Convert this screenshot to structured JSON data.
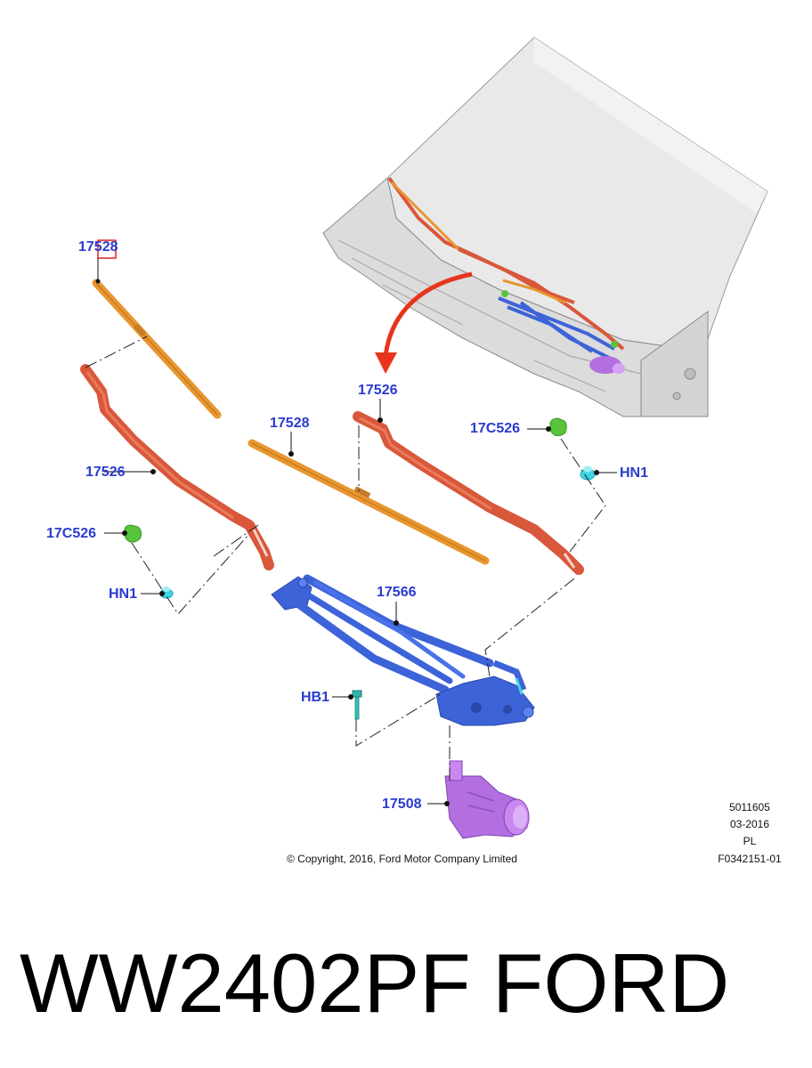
{
  "callouts": {
    "blade_left": "17528",
    "arm_left": "17526",
    "cap_left": "17C526",
    "nut_left": "HN1",
    "blade_right": "17528",
    "arm_right": "17526",
    "cap_right": "17C526",
    "nut_right": "HN1",
    "linkage": "17566",
    "bolt": "HB1",
    "motor": "17508"
  },
  "meta": {
    "code": "5011605",
    "date": "03-2016",
    "lang": "PL",
    "figure": "F0342151-01"
  },
  "copyright": "© Copyright, 2016, Ford Motor Company Limited",
  "caption": {
    "part_number": "WW2402PF",
    "brand": "FORD"
  },
  "colors": {
    "label_blue": "#2a3bd0",
    "arm_red": "#d9573a",
    "blade_orange": "#e8962f",
    "linkage_blue": "#3d63d8",
    "motor_purple": "#b36fe0",
    "cap_green": "#57c43c",
    "nut_cyan": "#3fd6e6",
    "arrow_red": "#e8341c",
    "highlight_red": "#e02020"
  }
}
